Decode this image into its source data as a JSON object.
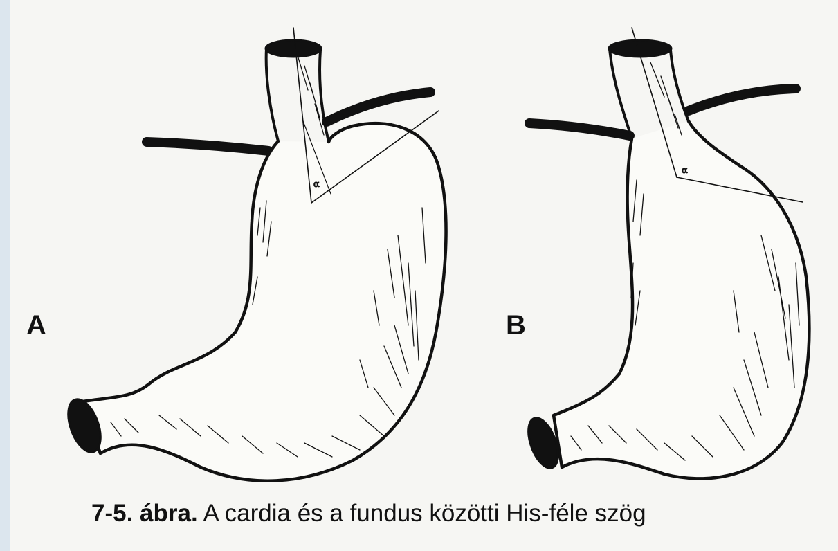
{
  "figure": {
    "panel_a_label": "A",
    "panel_b_label": "B",
    "angle_symbol": "α",
    "caption_number": "7-5. ábra.",
    "caption_text": "A cardia és a fundus közötti His-féle szög"
  },
  "colors": {
    "page_border": "#dce6ee",
    "paper": "#f6f6f3",
    "ink": "#111111"
  }
}
